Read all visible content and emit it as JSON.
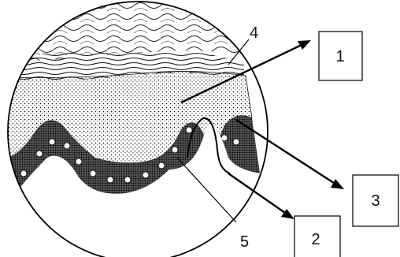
{
  "diagram": {
    "boxed_labels": [
      "1",
      "2",
      "3"
    ],
    "free_labels": [
      "4",
      "5"
    ]
  },
  "colors": {
    "ink": "#111111",
    "background": "#ffffff"
  }
}
